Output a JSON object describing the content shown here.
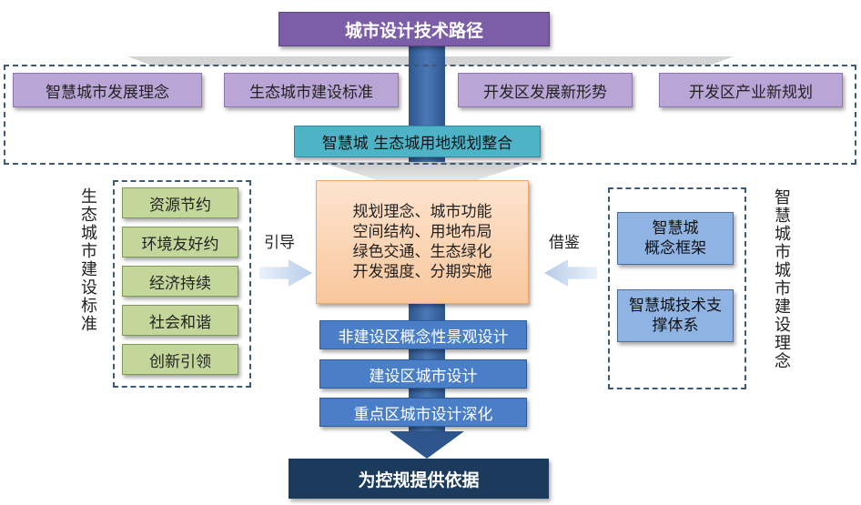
{
  "title": "城市设计技术路径",
  "top_inputs": [
    "智慧城市发展理念",
    "生态城市建设标准",
    "开发区发展新形势",
    "开发区产业新规划"
  ],
  "integration": "智慧城 生态城用地规划整合",
  "left_panel": {
    "label": "生态城市建设标准",
    "items": [
      "资源节约",
      "环境友好约",
      "经济持续",
      "社会和谐",
      "创新引领"
    ]
  },
  "left_arrow_label": "引导",
  "center_box": [
    "规划理念、城市功能",
    "空间结构、用地布局",
    "绿色交通、生态绿化",
    "开发强度、分期实施"
  ],
  "right_arrow_label": "借鉴",
  "right_panel": {
    "label": "智慧城市城市建设理念",
    "items": [
      "智慧城",
      "概念框架",
      "智慧城技术支",
      "撑体系"
    ]
  },
  "design_steps": [
    "非建设区概念性景观设计",
    "建设区城市设计",
    "重点区城市设计深化"
  ],
  "output": "为控规提供依据",
  "colors": {
    "title_purple": "#7b5ea7",
    "lilac": "#b9a5d6",
    "teal": "#4fb3c8",
    "green": "#c4d79b",
    "orange": "#f9c79c",
    "blue": "#4a7fc8",
    "light_blue": "#8fb3e3",
    "navy": "#1b3a5c"
  }
}
